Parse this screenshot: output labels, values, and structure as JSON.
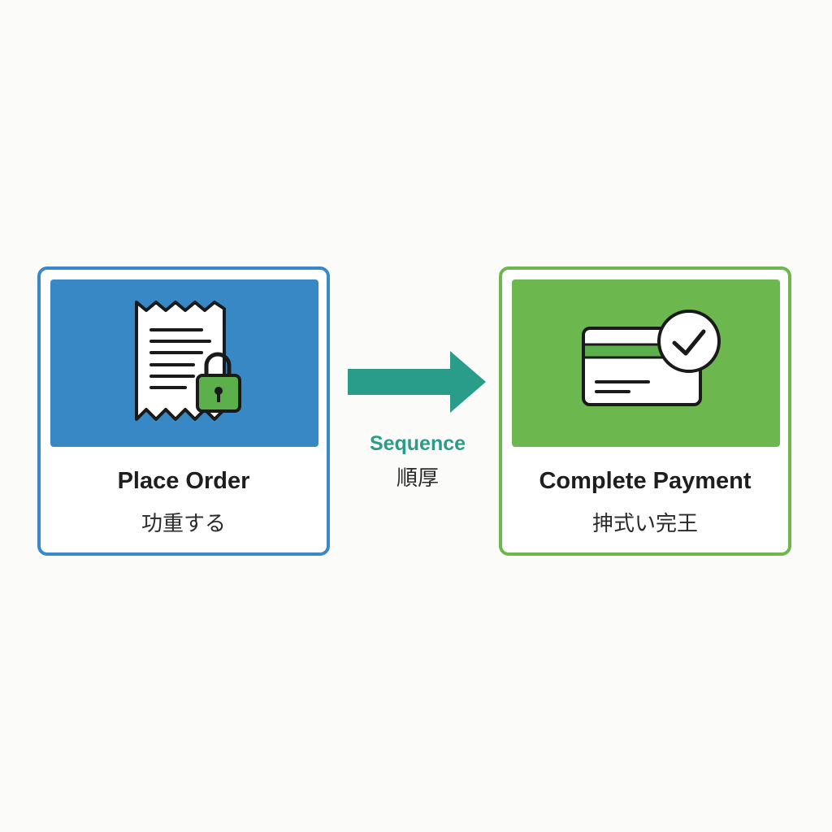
{
  "steps": [
    {
      "title": "Place Order",
      "subtitle": "功重する",
      "icon": "receipt-lock-icon",
      "border_color": "#3a88c8",
      "panel_color": "#3888c6"
    },
    {
      "title": "Complete Payment",
      "subtitle": "抻式い完王",
      "icon": "credit-card-check-icon",
      "border_color": "#6cb84f",
      "panel_color": "#6cb84f"
    }
  ],
  "connector": {
    "label": "Sequence",
    "sublabel": "順厚",
    "color": "#2a9d8a",
    "icon": "arrow-right-icon"
  }
}
